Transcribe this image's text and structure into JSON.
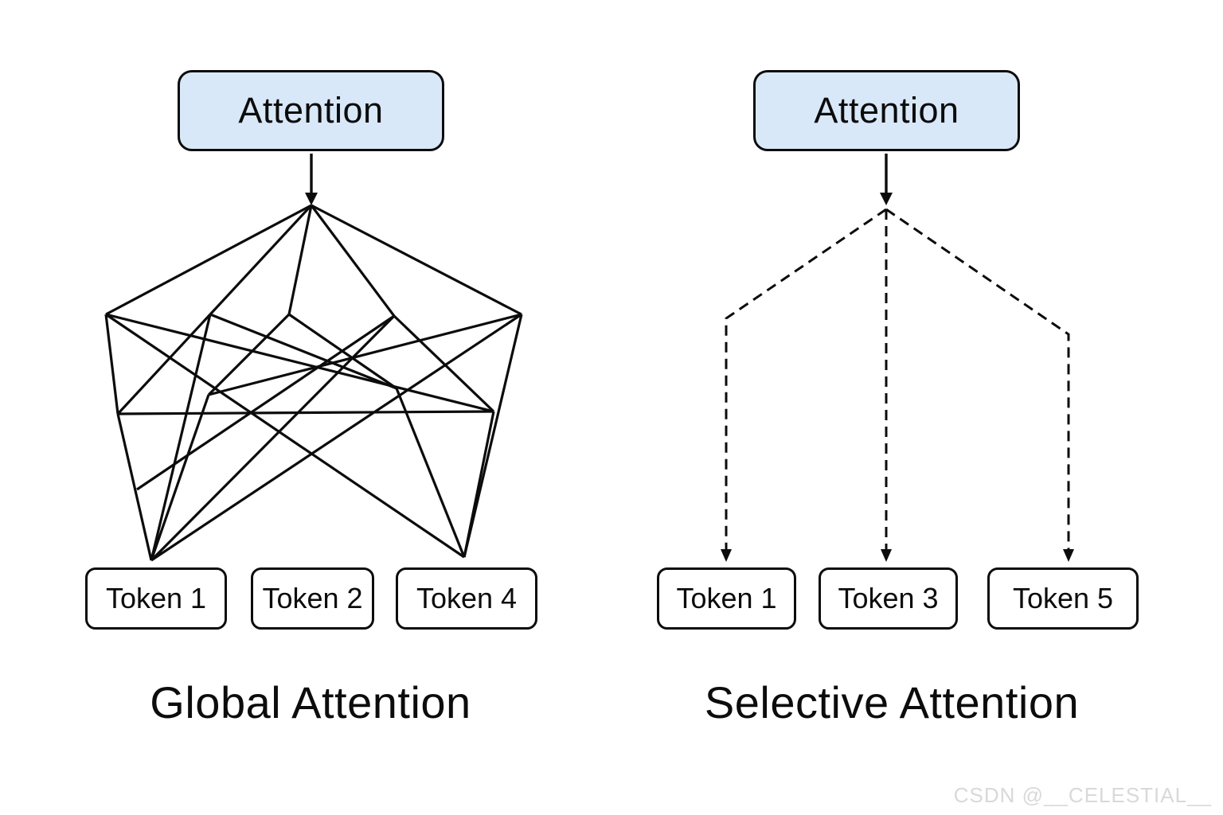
{
  "left_panel": {
    "attention_label": "Attention",
    "connection_style": "solid",
    "tokens": [
      "Token 1",
      "Token 2",
      "Token 4"
    ],
    "caption": "Global Attention"
  },
  "right_panel": {
    "attention_label": "Attention",
    "connection_style": "dashed",
    "tokens": [
      "Token 1",
      "Token 3",
      "Token 5"
    ],
    "caption": "Selective Attention"
  },
  "watermark": "CSDN @__CELESTIAL__",
  "colors": {
    "background": "#ffffff",
    "line": "#0c0c0c",
    "attention_box_fill": "#d8e8f8",
    "attention_box_border": "#0c0c0c",
    "token_box_fill": "#ffffff",
    "token_box_border": "#0c0c0c",
    "watermark": "#d9d9d9"
  }
}
